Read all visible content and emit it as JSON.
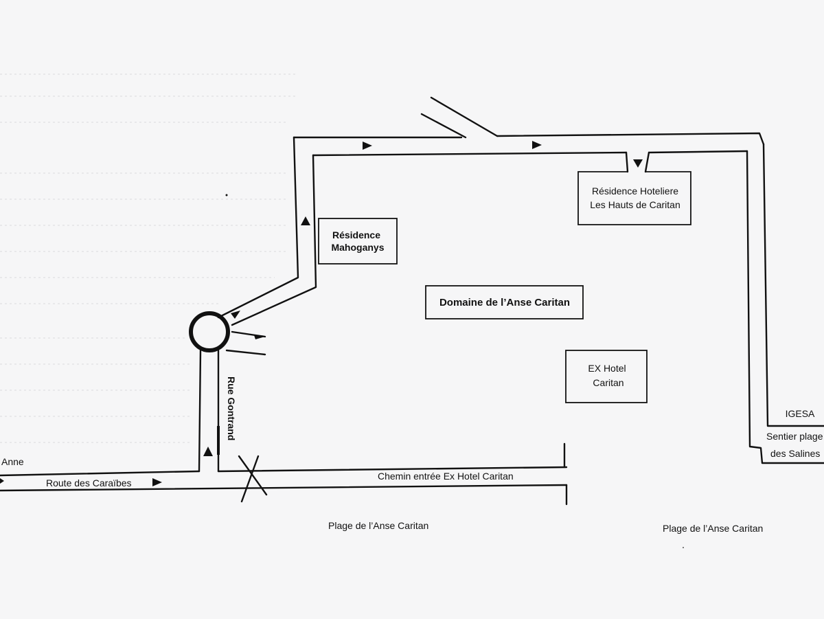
{
  "map": {
    "places": {
      "residence_mahoganys": [
        "Résidence",
        "Mahoganys"
      ],
      "residence_hoteliere": [
        "Résidence Hoteliere",
        "Les Hauts de Caritan"
      ],
      "domaine": "Domaine de l’Anse Caritan",
      "ex_hotel": [
        "EX  Hotel",
        "Caritan"
      ],
      "igesa": "IGESA",
      "sentier": [
        "Sentier plage",
        "des Salines"
      ]
    },
    "roads": {
      "route_des_caraibes": "Route des Caraïbes",
      "sainte_anne_fragment": "Anne",
      "rue_gontrand": "Rue Gontrand",
      "chemin_entree": "Chemin entrée Ex Hotel Caritan"
    },
    "beaches": {
      "plage_1": "Plage de l’Anse Caritan",
      "plage_2": "Plage de l’Anse Caritan"
    }
  }
}
